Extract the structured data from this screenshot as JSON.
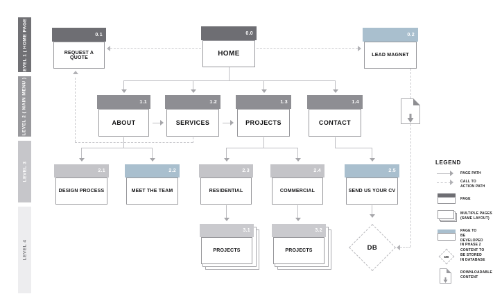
{
  "levels": [
    {
      "label": "LEVEL 1 ( HOME PAGE )"
    },
    {
      "label": "LEVEL 2 ( MAIN MENU )"
    },
    {
      "label": "LEVEL 3"
    },
    {
      "label": "LEVEL 4"
    }
  ],
  "nodes": {
    "request_quote": {
      "num": "0.1",
      "label": "REQUEST A QUOTE"
    },
    "home": {
      "num": "0.0",
      "label": "HOME"
    },
    "lead_magnet": {
      "num": "0.2",
      "label": "LEAD MAGNET"
    },
    "about": {
      "num": "1.1",
      "label": "ABOUT"
    },
    "services": {
      "num": "1.2",
      "label": "SERVICES"
    },
    "projects": {
      "num": "1.3",
      "label": "PROJECTS"
    },
    "contact": {
      "num": "1.4",
      "label": "CONTACT"
    },
    "design_process": {
      "num": "2.1",
      "label": "DESIGN PROCESS"
    },
    "meet_team": {
      "num": "2.2",
      "label": "MEET THE TEAM"
    },
    "residential": {
      "num": "2.3",
      "label": "RESIDENTIAL"
    },
    "commercial": {
      "num": "2.4",
      "label": "COMMERCIAL"
    },
    "send_cv": {
      "num": "2.5",
      "label": "SEND US YOUR CV"
    },
    "projects_residential": {
      "num": "3.1",
      "label": "PROJECTS"
    },
    "projects_commercial": {
      "num": "3.2",
      "label": "PROJECTS"
    },
    "db": {
      "label": "DB"
    }
  },
  "legend": {
    "title": "LEGEND",
    "db_icon_label": "DB",
    "items": [
      {
        "icon": "solid-arrow-icon",
        "label": "PAGE PATH"
      },
      {
        "icon": "dashed-arrow-icon",
        "label": "CALL TO ACTION PATH"
      },
      {
        "icon": "page-icon",
        "label": "PAGE"
      },
      {
        "icon": "multiple-pages-icon",
        "label": "MULTIPLE PAGES (SAME LAYOUT)"
      },
      {
        "icon": "page-phase2-icon",
        "label": "PAGE TO BE DEVELOPED IN PHASE 2"
      },
      {
        "icon": "db-diamond-icon",
        "label": "CONTENT TO BE STORED IN DATABASE"
      },
      {
        "icon": "downloadable-icon",
        "label": "DOWNLOADABLE CONTENT"
      }
    ]
  },
  "colors": {
    "page_header": "#6e6e73",
    "menu_header": "#8e8e93",
    "sub_header": "#c4c4c8",
    "stack_header": "#cacace",
    "phase2_header": "#a9bfce",
    "solid_path": "#bdbdc1",
    "dashed_path": "#c9c9cd"
  }
}
